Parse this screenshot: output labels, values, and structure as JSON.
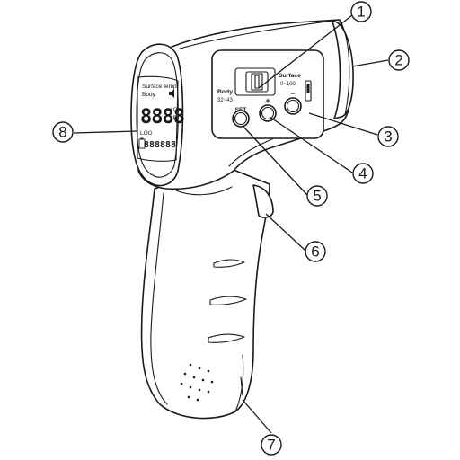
{
  "lcd": {
    "mode_line_1": "Surface temp",
    "mode_line_2": "Body",
    "main_digits": "8888",
    "unit_c": "°C",
    "unit_f": "°F",
    "log_label": "LOG",
    "log_digits": "88",
    "aux_digits": "8888"
  },
  "panel": {
    "body_label": "Body",
    "body_range": "32~43",
    "surface_label": "Surface",
    "surface_range": "0~100"
  },
  "buttons": {
    "set_label": "SET",
    "plus_label": "+",
    "minus_label": "−"
  },
  "callouts": [
    "1",
    "2",
    "3",
    "4",
    "5",
    "6",
    "7",
    "8"
  ]
}
